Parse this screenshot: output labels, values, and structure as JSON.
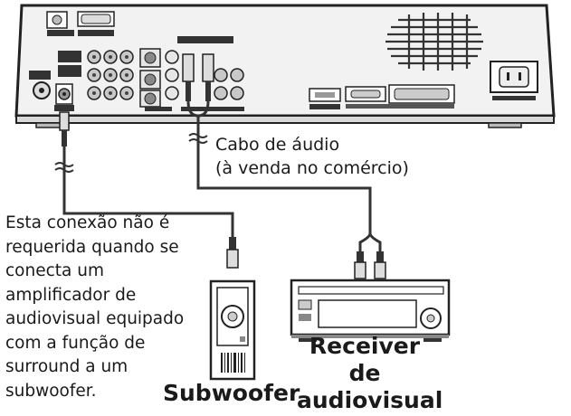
{
  "cable_label": {
    "line1": "Cabo de áudio",
    "line2": "(à venda no comércio)"
  },
  "note_text": "Esta conexão não é requerida quando se conecta um amplificador de audiovisual equipado com a função de surround a um subwoofer.",
  "receiver_label": {
    "line1": "Receiver de",
    "line2": "audiovisual"
  },
  "subwoofer_label": "Subwoofer"
}
